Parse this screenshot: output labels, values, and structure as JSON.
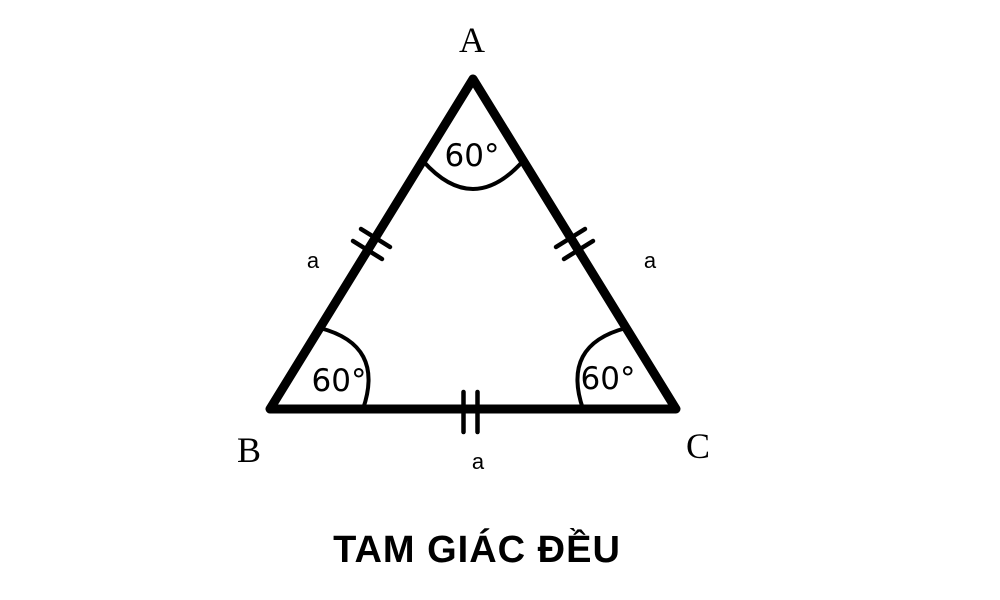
{
  "title": "TAM GIÁC ĐỀU",
  "triangle": {
    "vertex_labels": {
      "top": "A",
      "bottom_left": "B",
      "bottom_right": "C"
    },
    "angle_labels": {
      "top": "60°",
      "bottom_left": "60°",
      "bottom_right": "60°"
    },
    "side_labels": {
      "left": "a",
      "right": "a",
      "bottom": "a"
    }
  },
  "colors": {
    "ink": "#000000",
    "background": "#ffffff"
  }
}
